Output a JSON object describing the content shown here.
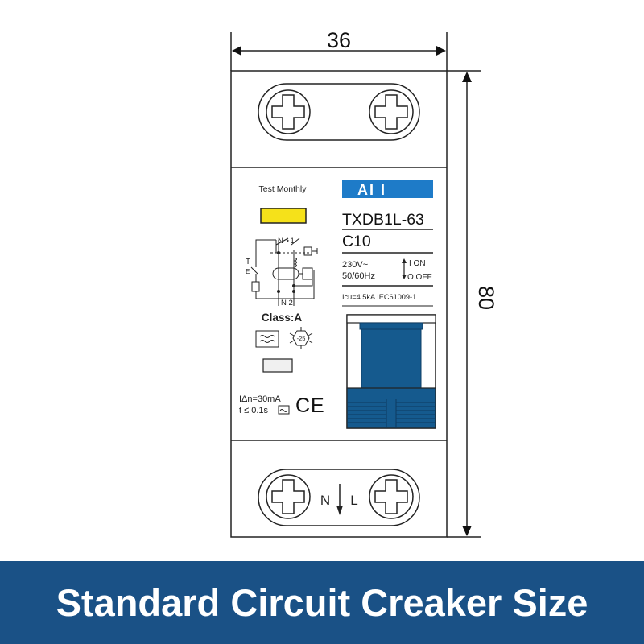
{
  "dimensions": {
    "width_label": "36",
    "height_label": "80"
  },
  "label_panel": {
    "test_label": "Test Monthly",
    "brand": "AI I",
    "model": "TXDB1L-63",
    "rating": "C10",
    "voltage": "230V~",
    "frequency": "50/60Hz",
    "on_label": "I ON",
    "off_label": "O OFF",
    "breaking_capacity": "Icu=4.5kA IEC61009-1",
    "class_label": "Class:A",
    "temp_label": "-25",
    "residual_current": "IΔn=30mA",
    "trip_time": "t ≤ 0.1s",
    "ce_mark": "CE",
    "schematic": {
      "top_labels": "N ⋆1",
      "bottom_labels": "N 2",
      "test_T": "T",
      "test_E": "E"
    }
  },
  "terminals": {
    "bottom_N": "N",
    "bottom_L": "L"
  },
  "colors": {
    "banner_bg": "#1a5186",
    "brand_bg": "#1e7bc8",
    "toggle_blue": "#155a8e",
    "test_button": "#f5e11a"
  },
  "banner": {
    "title": "Standard Circuit Creaker Size"
  }
}
